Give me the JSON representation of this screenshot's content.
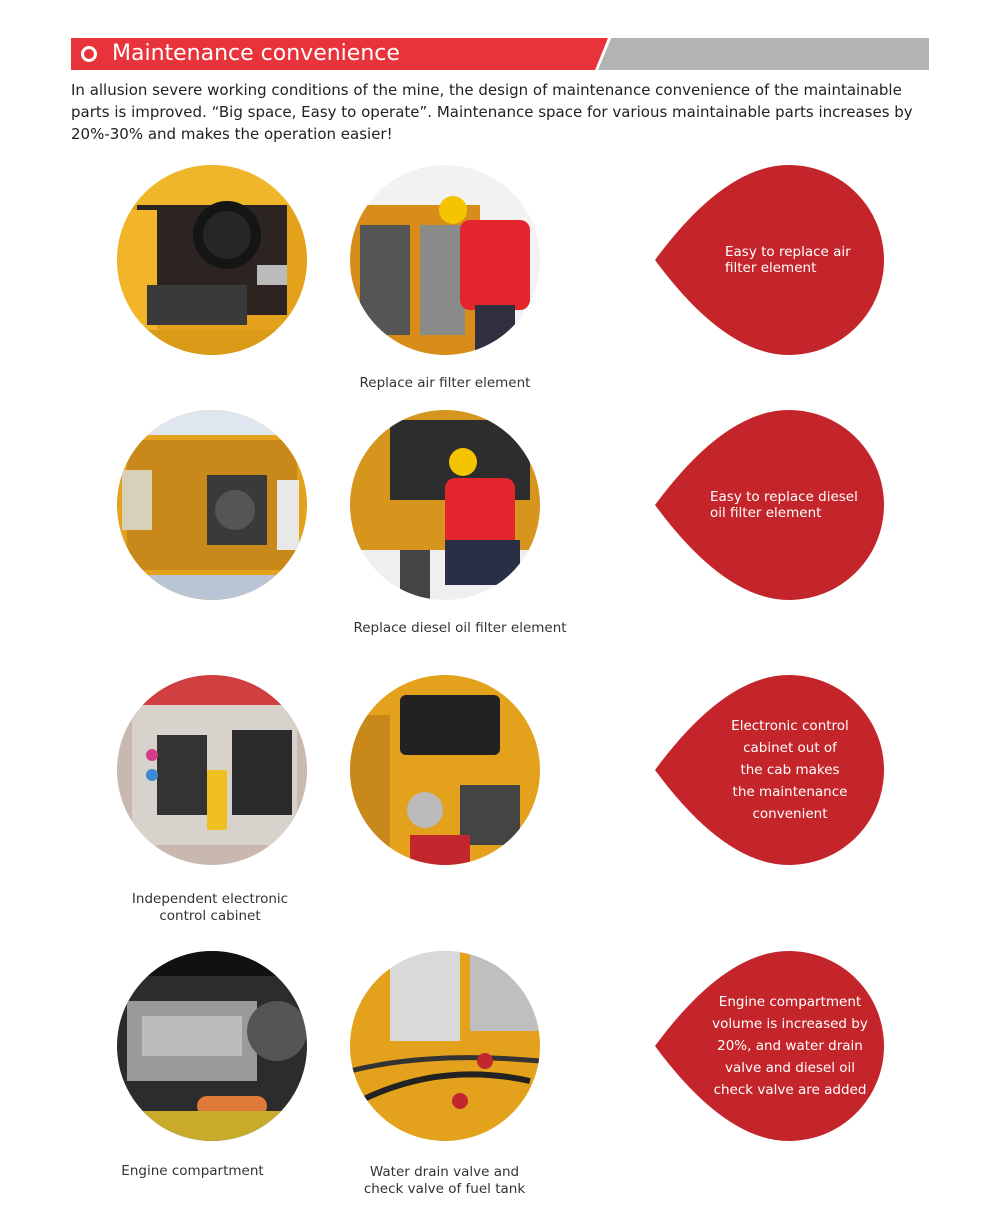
{
  "header": {
    "title": "Maintenance convenience"
  },
  "intro_text": "In allusion severe working conditions of the mine, the design of maintenance convenience of the maintainable parts is improved.  “Big space, Easy to operate”. Maintenance space for various maintainable parts increases by 20%-30% and makes the operation easier!",
  "sections": [
    {
      "caption_right": "Replace air filter element",
      "caption_left": "",
      "callout": "Easy to replace air filter element"
    },
    {
      "caption_right": "Replace diesel oil filter element",
      "caption_left": "",
      "callout": "Easy to replace diesel oil filter element"
    },
    {
      "caption_left": "Independent electronic control cabinet",
      "caption_right": "",
      "callout": "Electronic control cabinet out of the cab makes the maintenance convenient"
    },
    {
      "caption_left": "Engine compartment",
      "caption_right": "Water drain valve and check valve of fuel tank",
      "callout": "Engine compartment volume is increased by 20%, and water drain valve and diesel oil check valve are added"
    }
  ],
  "colors": {
    "accent_red": "#e8333a",
    "callout_red": "#c4252b",
    "header_gray": "#b3b3b3",
    "machine_yellow": "#e8a521"
  }
}
